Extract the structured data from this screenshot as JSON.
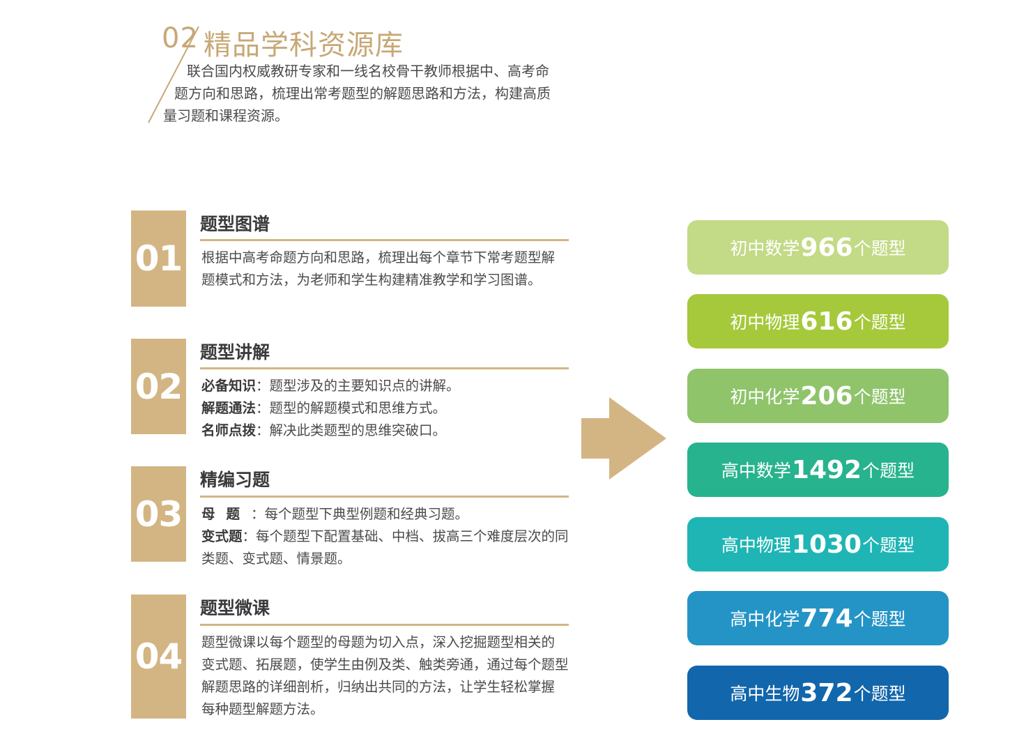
{
  "header": {
    "number": "02",
    "title": "精品学科资源库",
    "lines": [
      "联合国内权威教研专家和一线名校骨干教师根据中、高考命",
      "题方向和思路，梳理出常考题型的解题思路和方法，构建高质",
      "量习题和课程资源。"
    ]
  },
  "sections": [
    {
      "number": "01",
      "title": "题型图谱",
      "lines": [
        "根据中高考命题方向和思路，梳理出每个章节下常考题型解",
        "题模式和方法，为老师和学生构建精准教学和学习图谱。"
      ]
    },
    {
      "number": "02",
      "title": "题型讲解",
      "items": [
        {
          "key": "必备知识",
          "text": "：题型涉及的主要知识点的讲解。"
        },
        {
          "key": "解题通法",
          "text": "：题型的解题模式和思维方式。"
        },
        {
          "key": "名师点拨",
          "text": "：解决此类题型的思维突破口。"
        }
      ]
    },
    {
      "number": "03",
      "title": "精编习题",
      "items": [
        {
          "key": "母题",
          "text": "：每个题型下典型例题和经典习题。"
        },
        {
          "key": "变式题",
          "text": "：每个题型下配置基础、中档、拔高三个难度层次的同"
        }
      ],
      "extra_line": "类题、变式题、情景题。"
    },
    {
      "number": "04",
      "title": "题型微课",
      "lines": [
        "题型微课以每个题型的母题为切入点，深入挖掘题型相关的",
        "变式题、拓展题，使学生由例及类、触类旁通，通过每个题型",
        "解题思路的详细剖析，归纳出共同的方法，让学生轻松掌握",
        "每种题型解题方法。"
      ]
    }
  ],
  "stats": [
    {
      "prefix": "初中数学",
      "count": "966",
      "suffix": "个题型",
      "color": "#c3da86"
    },
    {
      "prefix": "初中物理",
      "count": "616",
      "suffix": "个题型",
      "color": "#a5c93b"
    },
    {
      "prefix": "初中化学",
      "count": "206",
      "suffix": "个题型",
      "color": "#8fc46b"
    },
    {
      "prefix": "高中数学",
      "count": "1492",
      "suffix": "个题型",
      "color": "#27b38d"
    },
    {
      "prefix": "高中物理",
      "count": "1030",
      "suffix": "个题型",
      "color": "#1fb5b5"
    },
    {
      "prefix": "高中化学",
      "count": "774",
      "suffix": "个题型",
      "color": "#2494c6"
    },
    {
      "prefix": "高中生物",
      "count": "372",
      "suffix": "个题型",
      "color": "#1266ab"
    }
  ],
  "colors": {
    "gold": "#d3b584",
    "gold_text": "#c7a876",
    "arrow": "#d3b584"
  }
}
